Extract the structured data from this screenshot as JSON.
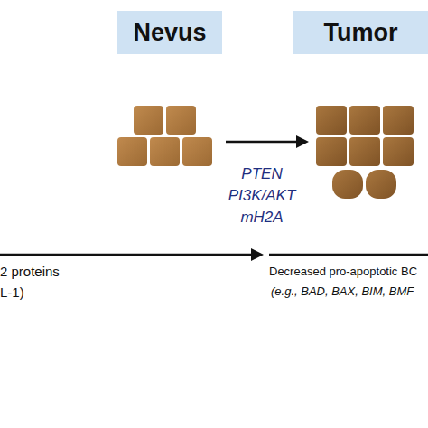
{
  "diagram": {
    "nodes": [
      {
        "text": [
          "Nevus"
        ]
      },
      {
        "text": [
          "Tumor"
        ]
      }
    ],
    "labels": [
      "PTEN",
      "PI3K/AKT",
      "mH2A",
      "2 proteins",
      "L-1)",
      "Decreased pro-apoptotic BC",
      "(e.g., BAD, BAX, BIM, BMF"
    ]
  }
}
